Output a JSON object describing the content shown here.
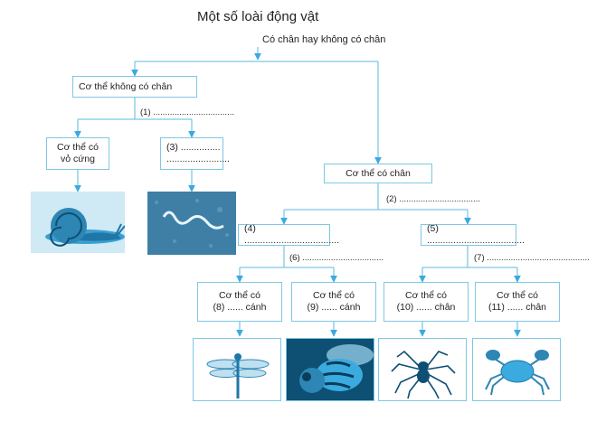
{
  "title": "Một số loài động vật",
  "question": "Có chân hay không có chân",
  "nodes": {
    "no_legs": "Cơ thể không có chân",
    "hard_shell": [
      "Cơ thể có",
      "vỏ cứng"
    ],
    "blank_3": [
      "(3) ...............",
      "........................"
    ],
    "has_legs": "Cơ thể có chân",
    "blank_4": "(4) ....................................",
    "blank_5": "(5) .....................................",
    "wings_8": [
      "Cơ thể có",
      "(8) ...... cánh"
    ],
    "wings_9": [
      "Cơ thể có",
      "(9) ...... cánh"
    ],
    "legs_10": [
      "Cơ thể có",
      "(10) ...... chân"
    ],
    "legs_11": [
      "Cơ thể có",
      "(11) ...... chân"
    ]
  },
  "blanks": {
    "b1": "(1) ..................................",
    "b2": "(2) ..................................",
    "b6": "(6) ..................................",
    "b7": "(7) ..........................................."
  },
  "colors": {
    "line": "#7ec8e3",
    "arrow": "#3aaadf",
    "photo": "#2d86b4",
    "photo_dark": "#0e4f74"
  },
  "images": [
    "snail-photo",
    "worm-photo",
    "dragonfly-photo",
    "bee-photo",
    "spider-photo",
    "crab-photo"
  ]
}
